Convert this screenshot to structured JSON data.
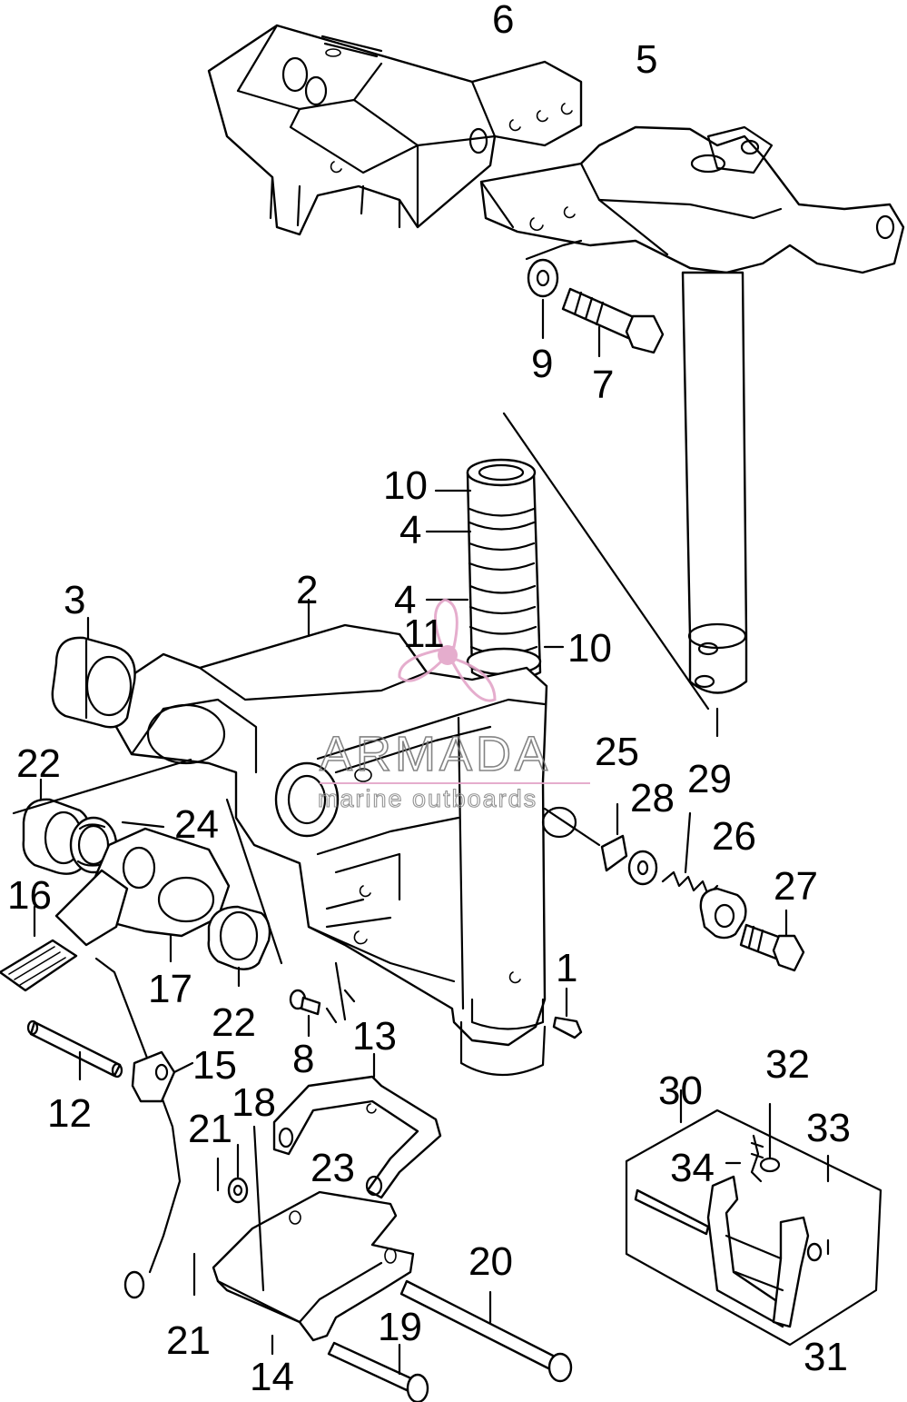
{
  "callouts": [
    {
      "id": "6",
      "label": "6"
    },
    {
      "id": "5",
      "label": "5"
    },
    {
      "id": "9",
      "label": "9"
    },
    {
      "id": "7",
      "label": "7"
    },
    {
      "id": "10a",
      "label": "10"
    },
    {
      "id": "4a",
      "label": "4"
    },
    {
      "id": "4b",
      "label": "4"
    },
    {
      "id": "11",
      "label": "11"
    },
    {
      "id": "10b",
      "label": "10"
    },
    {
      "id": "2",
      "label": "2"
    },
    {
      "id": "3",
      "label": "3"
    },
    {
      "id": "22a",
      "label": "22"
    },
    {
      "id": "24",
      "label": "24"
    },
    {
      "id": "16",
      "label": "16"
    },
    {
      "id": "17",
      "label": "17"
    },
    {
      "id": "22b",
      "label": "22"
    },
    {
      "id": "25",
      "label": "25"
    },
    {
      "id": "28",
      "label": "28"
    },
    {
      "id": "29",
      "label": "29"
    },
    {
      "id": "26",
      "label": "26"
    },
    {
      "id": "27",
      "label": "27"
    },
    {
      "id": "1",
      "label": "1"
    },
    {
      "id": "8",
      "label": "8"
    },
    {
      "id": "13",
      "label": "13"
    },
    {
      "id": "12",
      "label": "12"
    },
    {
      "id": "15",
      "label": "15"
    },
    {
      "id": "18",
      "label": "18"
    },
    {
      "id": "21a",
      "label": "21"
    },
    {
      "id": "23",
      "label": "23"
    },
    {
      "id": "20",
      "label": "20"
    },
    {
      "id": "21b",
      "label": "21"
    },
    {
      "id": "19",
      "label": "19"
    },
    {
      "id": "14",
      "label": "14"
    },
    {
      "id": "30",
      "label": "30"
    },
    {
      "id": "32",
      "label": "32"
    },
    {
      "id": "33",
      "label": "33"
    },
    {
      "id": "34",
      "label": "34"
    },
    {
      "id": "31",
      "label": "31"
    }
  ],
  "watermark": {
    "brand": "ARMADA",
    "tagline": "marine outboards",
    "color": "#e3a5c8"
  }
}
